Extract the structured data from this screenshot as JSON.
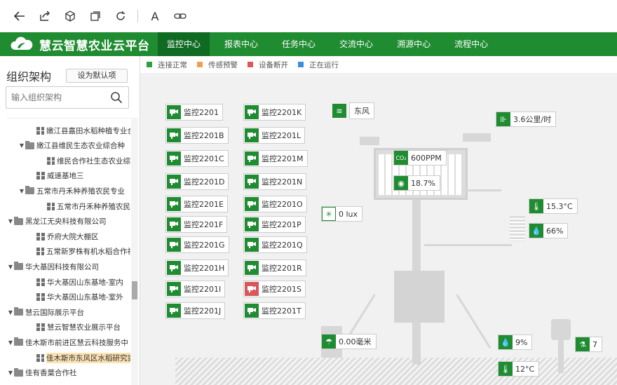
{
  "toolbar": {
    "icons": [
      "back-icon",
      "share-icon",
      "cube-icon",
      "copy-icon",
      "refresh-icon",
      "font-icon",
      "link-icon"
    ],
    "font_label": "A"
  },
  "brand": {
    "title": "慧云智慧农业云平台"
  },
  "nav": {
    "tabs": [
      "监控中心",
      "报表中心",
      "任务中心",
      "交流中心",
      "溯源中心",
      "流程中心"
    ],
    "active": 0
  },
  "sidebar": {
    "title": "组织架构",
    "default_button": "设为默认项",
    "search_placeholder": "输入组织架构",
    "tree": [
      {
        "label": "嫩江县嘉田水稻种植专业合",
        "level": 2,
        "type": "item"
      },
      {
        "label": "嫩江县维民生态农业综合种",
        "level": 1,
        "type": "group"
      },
      {
        "label": "维民合作社生态农业综合",
        "level": 3,
        "type": "item"
      },
      {
        "label": "威速基地三",
        "level": 2,
        "type": "item"
      },
      {
        "label": "五常市丹禾种养殖农民专业",
        "level": 1,
        "type": "group"
      },
      {
        "label": "五常市丹禾种养殖农民农",
        "level": 3,
        "type": "item"
      },
      {
        "label": "黑龙江无央科技有限公司",
        "level": 0,
        "type": "group"
      },
      {
        "label": "乔府大院大棚区",
        "level": 2,
        "type": "item"
      },
      {
        "label": "五常新罗株有机水稻合作社",
        "level": 2,
        "type": "item"
      },
      {
        "label": "华大基因科技有限公司",
        "level": 0,
        "type": "group"
      },
      {
        "label": "华大基因山东基地-室内",
        "level": 2,
        "type": "item"
      },
      {
        "label": "华大基因山东基地-室外",
        "level": 2,
        "type": "item"
      },
      {
        "label": "慧云国际展示平台",
        "level": 0,
        "type": "group"
      },
      {
        "label": "慧云智慧农业展示平台",
        "level": 2,
        "type": "item"
      },
      {
        "label": "佳木斯市前进区慧云科技服务中",
        "level": 0,
        "type": "group"
      },
      {
        "label": "佳木斯市东风区水稻研究实",
        "level": 2,
        "type": "item",
        "selected": true
      },
      {
        "label": "佳有香葉合作社",
        "level": 0,
        "type": "group"
      }
    ]
  },
  "legend": [
    {
      "label": "连接正常",
      "color": "#2e9e3e"
    },
    {
      "label": "传感预警",
      "color": "#f0a04b"
    },
    {
      "label": "设备断开",
      "color": "#e0555b"
    },
    {
      "label": "正在运行",
      "color": "#3a8ee0"
    }
  ],
  "cameras": [
    "监控2201",
    "监控2201B",
    "监控2201C",
    "监控2201D",
    "监控2201E",
    "监控2201F",
    "监控2201G",
    "监控2201H",
    "监控2201I",
    "监控2201J",
    "监控2201K",
    "监控2201L",
    "监控2201M",
    "监控2201N",
    "监控2201O",
    "监控2201P",
    "监控2201Q",
    "监控2201R",
    "监控2201S",
    "监控2201T"
  ],
  "camera_warning": "监控2201S",
  "sensors": {
    "wind_dir": "东风",
    "wind_speed": "3.6公里/时",
    "co2": "600PPM",
    "humidity_box": "18.7%",
    "light": "0 lux",
    "air_temp": "15.3°C",
    "air_humidity": "66%",
    "rain": "0.00毫米",
    "soil_moisture": "9%",
    "soil_temp": "12°C",
    "soil_ph": "7"
  },
  "colors": {
    "brand_green": "#1f8c32",
    "active_tab": "#0f6a22",
    "warning_red": "#d9565a"
  }
}
